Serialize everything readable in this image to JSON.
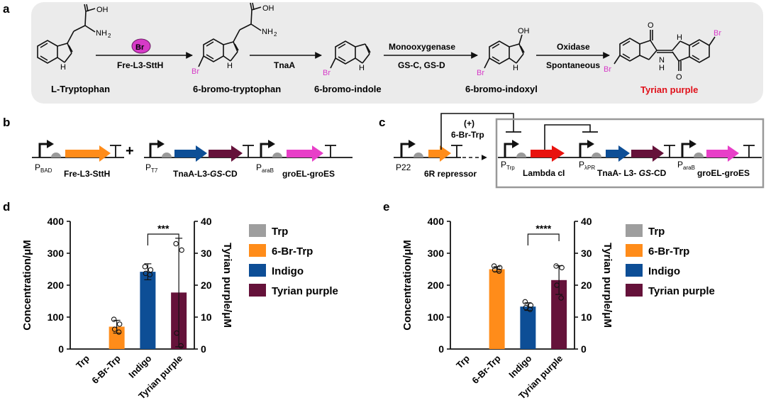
{
  "panel_a": {
    "letter": "a",
    "compounds": {
      "trp": "L-Tryptophan",
      "br_trp": "6-bromo-tryptophan",
      "br_indole": "6-bromo-indole",
      "br_indoxyl": "6-bromo-indoxyl",
      "tyrian": "Tyrian purple"
    },
    "arrows": {
      "step1": "Fre-L3-SttH",
      "step2": "TnaA",
      "step3_top": "Monooxygenase",
      "step3_bottom": "GS-C, GS-D",
      "step4_top": "Oxidase",
      "step4_bottom": "Spontaneous"
    },
    "ion": "Br",
    "atoms": {
      "oh": "OH",
      "nh2": "NH",
      "nh": "NH",
      "h": "H",
      "n": "N",
      "o": "O",
      "br": "Br"
    },
    "colors": {
      "bromine": "#d63ac7",
      "tyrian_label": "#e0101a",
      "ion_fill": "#d63ac7"
    }
  },
  "panel_b": {
    "letter": "b",
    "plus": "+",
    "promoters": {
      "p1": "P",
      "p1_sub": "BAD",
      "p2": "P",
      "p2_sub": "T7",
      "p3": "P",
      "p3_sub": "araB"
    },
    "genes": {
      "g1": "Fre-L3-SttH",
      "g2": "TnaA-L3-",
      "g2_italic": "GS",
      "g2_end": "-CD",
      "g3": "groEL-groES"
    }
  },
  "panel_c": {
    "letter": "c",
    "regulation_sign": "(+)",
    "inducer": "6-Br-Trp",
    "promoters": {
      "p22": "P22",
      "ptrp": "P",
      "ptrp_sub": "Trp",
      "papr": "P",
      "papr_sub": "λPR",
      "parab": "P",
      "parab_sub": "araB"
    },
    "genes": {
      "repressor": "6R repressor",
      "lambda": "Lambda cI",
      "tna": "TnaA- L3- ",
      "tna_italic": "GS",
      "tna_end": "-CD",
      "gro": "groEL-groES"
    }
  },
  "chart_data": [
    {
      "type": "bar",
      "panel": "d",
      "categories": [
        "Trp",
        "6-Br-Trp",
        "Indigo",
        "Tyrian purple"
      ],
      "series": [
        {
          "name": "Trp",
          "axis": "left",
          "values": [
            0,
            null,
            null,
            null
          ]
        },
        {
          "name": "6-Br-Trp",
          "axis": "left",
          "values": [
            null,
            70,
            null,
            null
          ]
        },
        {
          "name": "Indigo",
          "axis": "left",
          "values": [
            null,
            null,
            242,
            null
          ]
        },
        {
          "name": "Tyrian purple",
          "axis": "right",
          "values": [
            null,
            null,
            null,
            17.7
          ]
        }
      ],
      "error": [
        0,
        20,
        25,
        17
      ],
      "points": [
        [],
        [
          93,
          78,
          62,
          53
        ],
        [
          258,
          248,
          237,
          233
        ],
        [
          33,
          31,
          5,
          1
        ]
      ],
      "significance": {
        "label": "***",
        "between": [
          2,
          3
        ]
      },
      "ylabel": "Concentration/μM",
      "y2label": "Tyrian purple/μM",
      "ylim": [
        0,
        400
      ],
      "yticks": [
        0,
        100,
        200,
        300,
        400
      ],
      "y2lim": [
        0,
        40
      ],
      "y2ticks": [
        0,
        10,
        20,
        30,
        40
      ],
      "legend": "right"
    },
    {
      "type": "bar",
      "panel": "e",
      "categories": [
        "Trp",
        "6-Br-Trp",
        "Indigo",
        "Tyrian purple"
      ],
      "series": [
        {
          "name": "Trp",
          "axis": "left",
          "values": [
            0,
            null,
            null,
            null
          ]
        },
        {
          "name": "6-Br-Trp",
          "axis": "left",
          "values": [
            null,
            250,
            null,
            null
          ]
        },
        {
          "name": "Indigo",
          "axis": "left",
          "values": [
            null,
            null,
            133,
            null
          ]
        },
        {
          "name": "Tyrian purple",
          "axis": "right",
          "values": [
            null,
            null,
            null,
            21.6
          ]
        }
      ],
      "error": [
        0,
        8,
        12,
        4.5
      ],
      "points": [
        [],
        [
          260,
          255,
          248,
          244
        ],
        [
          148,
          137,
          130,
          124
        ],
        [
          26,
          25.5,
          20,
          16
        ]
      ],
      "significance": {
        "label": "****",
        "between": [
          2,
          3
        ]
      },
      "ylabel": "Concentration/μM",
      "y2label": "Tyrian purple/μM",
      "ylim": [
        0,
        400
      ],
      "yticks": [
        0,
        100,
        200,
        300,
        400
      ],
      "y2lim": [
        0,
        40
      ],
      "y2ticks": [
        0,
        10,
        20,
        30,
        40
      ],
      "legend": "right"
    }
  ],
  "legend": {
    "items": [
      {
        "label": "Trp",
        "color": "#9e9e9e"
      },
      {
        "label": "6-Br-Trp",
        "color": "#ff8c1a"
      },
      {
        "label": "Indigo",
        "color": "#0d4e96"
      },
      {
        "label": "Tyrian purple",
        "color": "#65123a"
      }
    ]
  },
  "panel_letters": {
    "d": "d",
    "e": "e"
  },
  "gene_colors": {
    "orange": "#ff8c1a",
    "blue": "#0d4e96",
    "maroon": "#65123a",
    "magenta": "#e83fc8",
    "red": "#e8130f",
    "promoter_gray": "#9a9a9a",
    "frame_gray": "#999999",
    "panel_bg": "#ebebeb"
  }
}
